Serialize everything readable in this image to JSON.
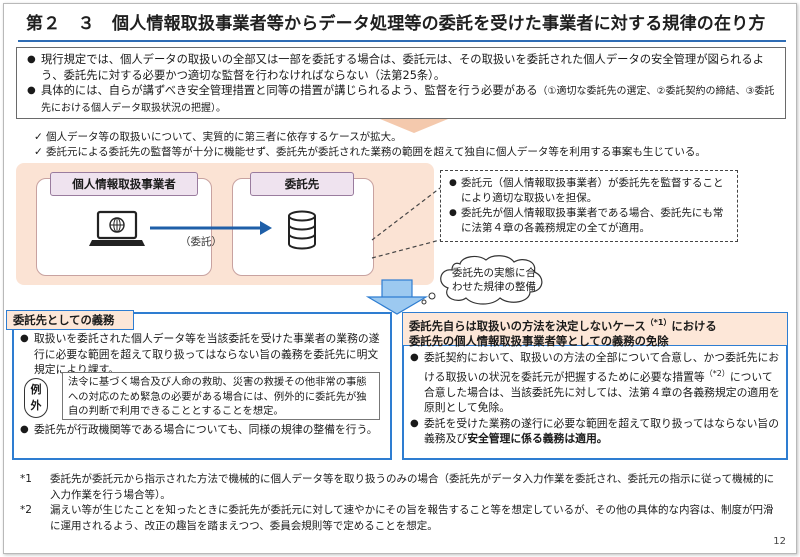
{
  "title": "第２　３　個人情報取扱事業者等からデータ処理等の委託を受けた事業者に対する規律の在り方",
  "current_rules": [
    {
      "text": "現行規定では、個人データの取扱いの全部又は一部を委託する場合は、委託元は、その取扱いを委託された個人データの安全管理が図られるよう、委託先に対する必要かつ適切な監督を行わなければならない（法第25条）。"
    },
    {
      "text_main": "具体的には、自らが講ずべき安全管理措置と同等の措置が講じられるよう、監督を行う必要がある",
      "text_small": "（①適切な委託先の選定、②委託契約の締結、③委託先における個人データ取扱状況の把握）。"
    }
  ],
  "checks": [
    "個人データ等の取扱いについて、実質的に第三者に依存するケースが拡大。",
    "委託元による委託先の監督等が十分に機能せず、委託先が委託された業務の範囲を超えて独自に個人データ等を利用する事案も生じている。"
  ],
  "diagram": {
    "left_label": "個人情報取扱事業者",
    "right_label": "委託先",
    "arrow_label": "（委託）",
    "bullets": [
      "委託元（個人情報取扱事業者）が委託先を監督することにより適切な取扱いを担保。",
      "委託先が個人情報取扱事業者である場合、委託先にも常に法第４章の各義務規定の全てが適用。"
    ],
    "cloud_text": "委託先の実態に合わせた規律の整備"
  },
  "left_panel": {
    "heading": "委託先としての義務",
    "bullet1": "取扱いを委託された個人データ等を当該委託を受けた事業者の業務の遂行に必要な範囲を超えて取り扱ってはならない旨の義務を委託先に明文規定により課す。",
    "example_label_top": "例",
    "example_label_bottom": "外",
    "example_text": "法令に基づく場合及び人命の救助、災害の救援その他非常の事態への対応のため緊急の必要がある場合には、例外的に委託先が独自の判断で利用できることとすることを想定。",
    "bullet2": "委託先が行政機関等である場合についても、同様の規律の整備を行う。"
  },
  "right_panel": {
    "heading_line1": "委託先自らは取扱いの方法を決定しないケース",
    "heading_sup1": "（*1）",
    "heading_line1_end": "における",
    "heading_line2": "委託先の個人情報取扱事業者等としての義務の免除",
    "bullet1_a": "委託契約において、取扱いの方法の全部について合意し、かつ委託先における取扱いの状況を委託元が把握するために必要な措置等",
    "bullet1_sup": "（*2）",
    "bullet1_b": "について合意した場合は、当該委託先に対しては、法第４章の各義務規定の適用を原則として免除。",
    "bullet2_a": "委託を受けた業務の遂行に必要な範囲を超えて取り扱ってはならない旨の義務及び",
    "bullet2_strong": "安全管理に係る義務は適用。"
  },
  "notes": [
    {
      "mark": "*1",
      "text": "委託先が委託元から指示された方法で機械的に個人データ等を取り扱うのみの場合（委託先がデータ入力作業を委託され、委託元の指示に従って機械的に入力作業を行う場合等）。"
    },
    {
      "mark": "*2",
      "text": "漏えい等が生じたことを知ったときに委託先が委託元に対して速やかにその旨を報告すること等を想定しているが、その他の具体的な内容は、制度が円滑に運用されるよう、改正の趣旨を踏まえつつ、委員会規則等で定めることを想定。"
    }
  ],
  "page_number": "12",
  "colors": {
    "accent_blue": "#2e7dd1",
    "peach": "#fbe3d4",
    "head_fill": "#fde7d8"
  }
}
